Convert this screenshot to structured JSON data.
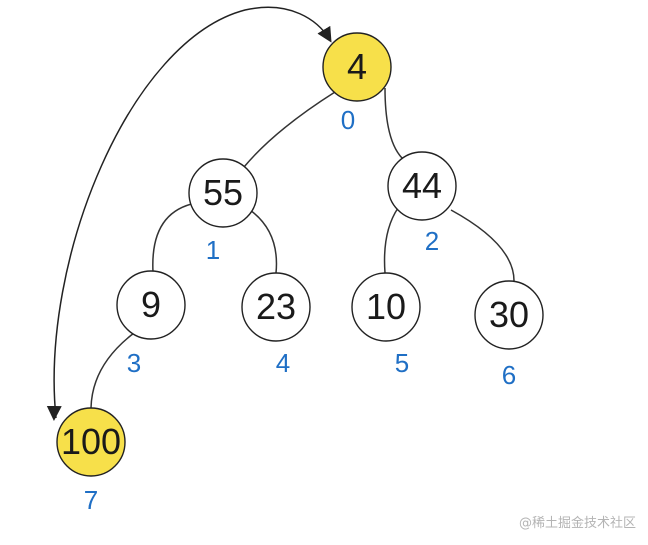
{
  "diagram": {
    "nodes": [
      {
        "value": "4",
        "index": "0",
        "highlight": true
      },
      {
        "value": "55",
        "index": "1",
        "highlight": false
      },
      {
        "value": "44",
        "index": "2",
        "highlight": false
      },
      {
        "value": "9",
        "index": "3",
        "highlight": false
      },
      {
        "value": "23",
        "index": "4",
        "highlight": false
      },
      {
        "value": "10",
        "index": "5",
        "highlight": false
      },
      {
        "value": "30",
        "index": "6",
        "highlight": false
      },
      {
        "value": "100",
        "index": "7",
        "highlight": true
      }
    ],
    "edges": [
      [
        0,
        1
      ],
      [
        0,
        2
      ],
      [
        1,
        3
      ],
      [
        1,
        4
      ],
      [
        2,
        5
      ],
      [
        2,
        6
      ],
      [
        3,
        7
      ]
    ],
    "swap_arrows": [
      [
        7,
        0
      ],
      [
        0,
        7
      ]
    ]
  },
  "colors": {
    "highlight_fill": "#f7e04a",
    "normal_fill": "#ffffff",
    "index_text": "#1f6fc5"
  },
  "watermark": "@稀土掘金技术社区"
}
